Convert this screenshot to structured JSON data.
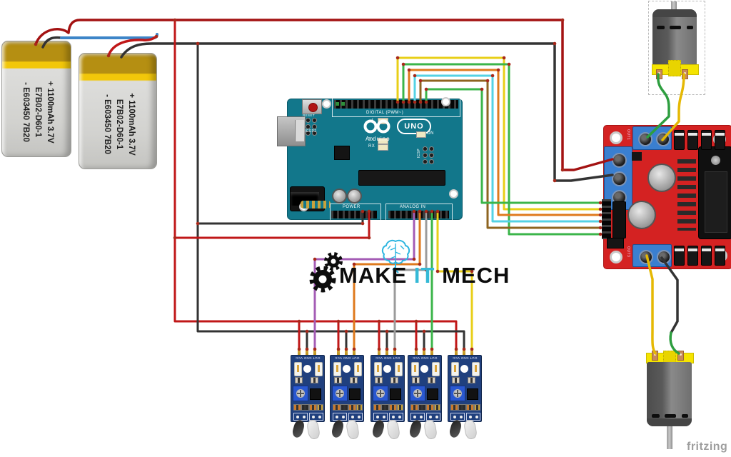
{
  "battery": {
    "line1": "+ 1100mAh 3.7V",
    "line2": "E7B02-D60-1",
    "line3": "- E603450 7B20"
  },
  "arduino": {
    "brand": "Arduino",
    "model": "UNO",
    "reset": "RESET",
    "icsp2": "ICSP2",
    "icsp": "ICSP",
    "digital_label": "DIGITAL (PWM~)",
    "power_label": "POWER",
    "analog_label": "ANALOG IN",
    "on_label": "ON",
    "led_l": "L",
    "led_tx": "TX",
    "led_rx": "RX"
  },
  "driver": {
    "out1": "OUT1",
    "out3": "OUT3"
  },
  "sensor": {
    "pin_label": "OUT GND VCC"
  },
  "logo": {
    "make": "MAKE",
    "it": "IT",
    "mech": "MECH"
  },
  "watermark": "fritzing",
  "wire_colors": {
    "red": "#c01718",
    "dark_red": "#a31212",
    "black": "#333333",
    "blue": "#3d85c8",
    "yellow": "#e8cf18",
    "gold": "#e5b803",
    "green": "#3bb54a",
    "dark_green": "#2d9e3f",
    "orange": "#df7a1d",
    "cyan": "#54d2e4",
    "brown": "#8e6420",
    "purple": "#a45cb5",
    "gray": "#9b9b9b",
    "junction": "#a8281a",
    "logo_cyan": "#35b9d6"
  }
}
